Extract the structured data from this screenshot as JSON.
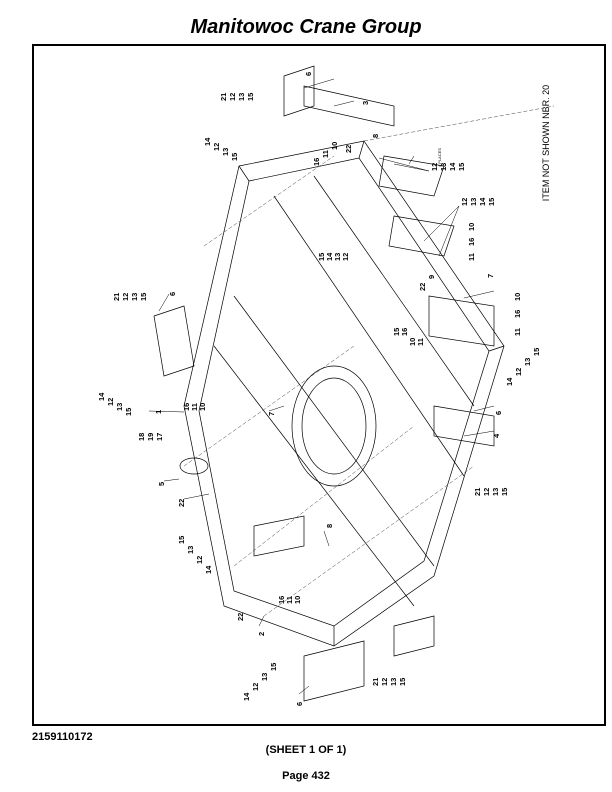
{
  "header": {
    "title": "Manitowoc Crane Group"
  },
  "footer": {
    "document_number": "2159110172",
    "sheet": "(SHEET 1 OF 1)",
    "page": "Page 432"
  },
  "notes": {
    "item_not_shown": "ITEM NOT SHOWN NBR. 20",
    "places": "4 PLACES"
  },
  "callouts": {
    "c1": "1",
    "c2": "2",
    "c3": "3",
    "c4": "4",
    "c5": "5",
    "c6a": "6",
    "c6b": "6",
    "c6c": "6",
    "c6d": "6",
    "c7a": "7",
    "c7b": "7",
    "c8a": "8",
    "c8b": "8",
    "c9": "9",
    "c22a": "22",
    "c22b": "22",
    "c22c": "22",
    "c22d": "22",
    "g1": [
      "21",
      "12",
      "13",
      "15"
    ],
    "g2": [
      "14",
      "12",
      "13",
      "15"
    ],
    "g3": [
      "21",
      "12",
      "13",
      "15"
    ],
    "g4": [
      "14",
      "12",
      "13",
      "15"
    ],
    "g5": [
      "18",
      "19",
      "17"
    ],
    "g6": [
      "15",
      "13",
      "12",
      "14"
    ],
    "g7": [
      "14",
      "12",
      "13",
      "15"
    ],
    "g8": [
      "21",
      "12",
      "13",
      "15"
    ],
    "g9": [
      "21",
      "12",
      "13",
      "15"
    ],
    "g10": [
      "14",
      "12",
      "13",
      "15"
    ],
    "g11": [
      "12",
      "13",
      "14",
      "15"
    ],
    "g12": [
      "12",
      "13",
      "14",
      "15"
    ],
    "g13": [
      "10",
      "16",
      "11"
    ],
    "g14": [
      "10",
      "16",
      "11"
    ],
    "g15": [
      "16",
      "11",
      "10"
    ],
    "g16": [
      "16",
      "11",
      "10"
    ],
    "g17": [
      "16",
      "11",
      "10"
    ],
    "g18": [
      "15",
      "14",
      "13",
      "12"
    ],
    "g19": [
      "15",
      "16",
      "10",
      "11"
    ]
  }
}
